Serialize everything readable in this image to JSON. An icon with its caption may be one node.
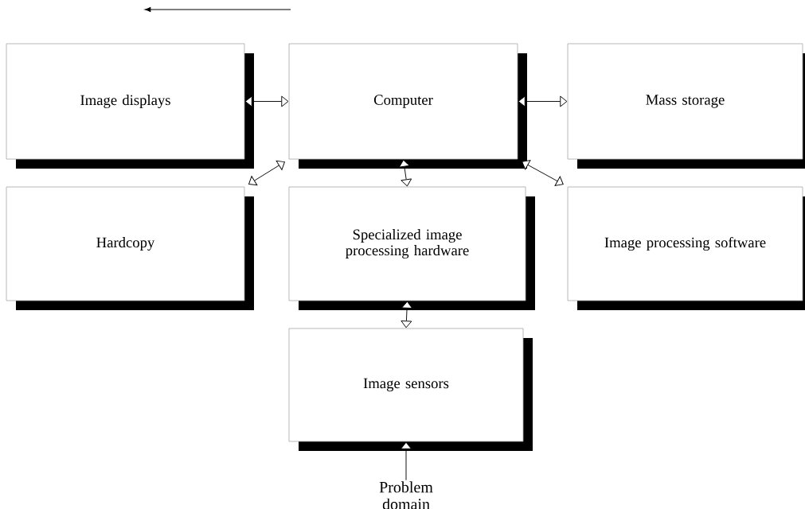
{
  "diagram": {
    "nodes": [
      {
        "text": [
          "Image displays"
        ]
      },
      {
        "text": [
          "Computer"
        ]
      },
      {
        "text": [
          "Mass storage"
        ]
      },
      {
        "text": [
          "Hardcopy"
        ]
      },
      {
        "text": [
          "Specialized image processing hardware"
        ]
      },
      {
        "text": [
          "Image processing software"
        ]
      },
      {
        "text": [
          "Image sensors"
        ]
      },
      {
        "text": [
          "Problem domain"
        ]
      }
    ],
    "edges": [
      {
        "from": 0,
        "to": 1,
        "arrow": "both"
      },
      {
        "from": 1,
        "to": 2,
        "arrow": "both"
      },
      {
        "from": 3,
        "to": 1,
        "arrow": "both"
      },
      {
        "from": 1,
        "to": 4,
        "arrow": "both"
      },
      {
        "from": 5,
        "to": 1,
        "arrow": "both"
      },
      {
        "from": 4,
        "to": 6,
        "arrow": "both"
      },
      {
        "from": 7,
        "to": 6,
        "arrow": "to"
      }
    ]
  }
}
